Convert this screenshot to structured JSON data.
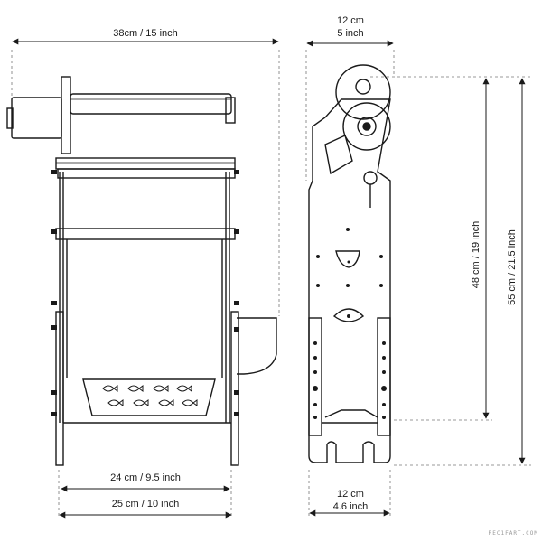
{
  "dimensions": {
    "front_top_width": "38cm / 15 inch",
    "front_inner_width": "24 cm / 9.5 inch",
    "front_base_width": "25 cm / 10 inch",
    "side_top_width_line1": "12 cm",
    "side_top_width_line2": "5 inch",
    "side_bottom_width_line1": "12 cm",
    "side_bottom_width_line2": "4.6 inch",
    "side_inner_height": "48 cm / 19 inch",
    "side_total_height": "55 cm / 21.5 inch"
  },
  "watermark": "REC1FART.COM"
}
